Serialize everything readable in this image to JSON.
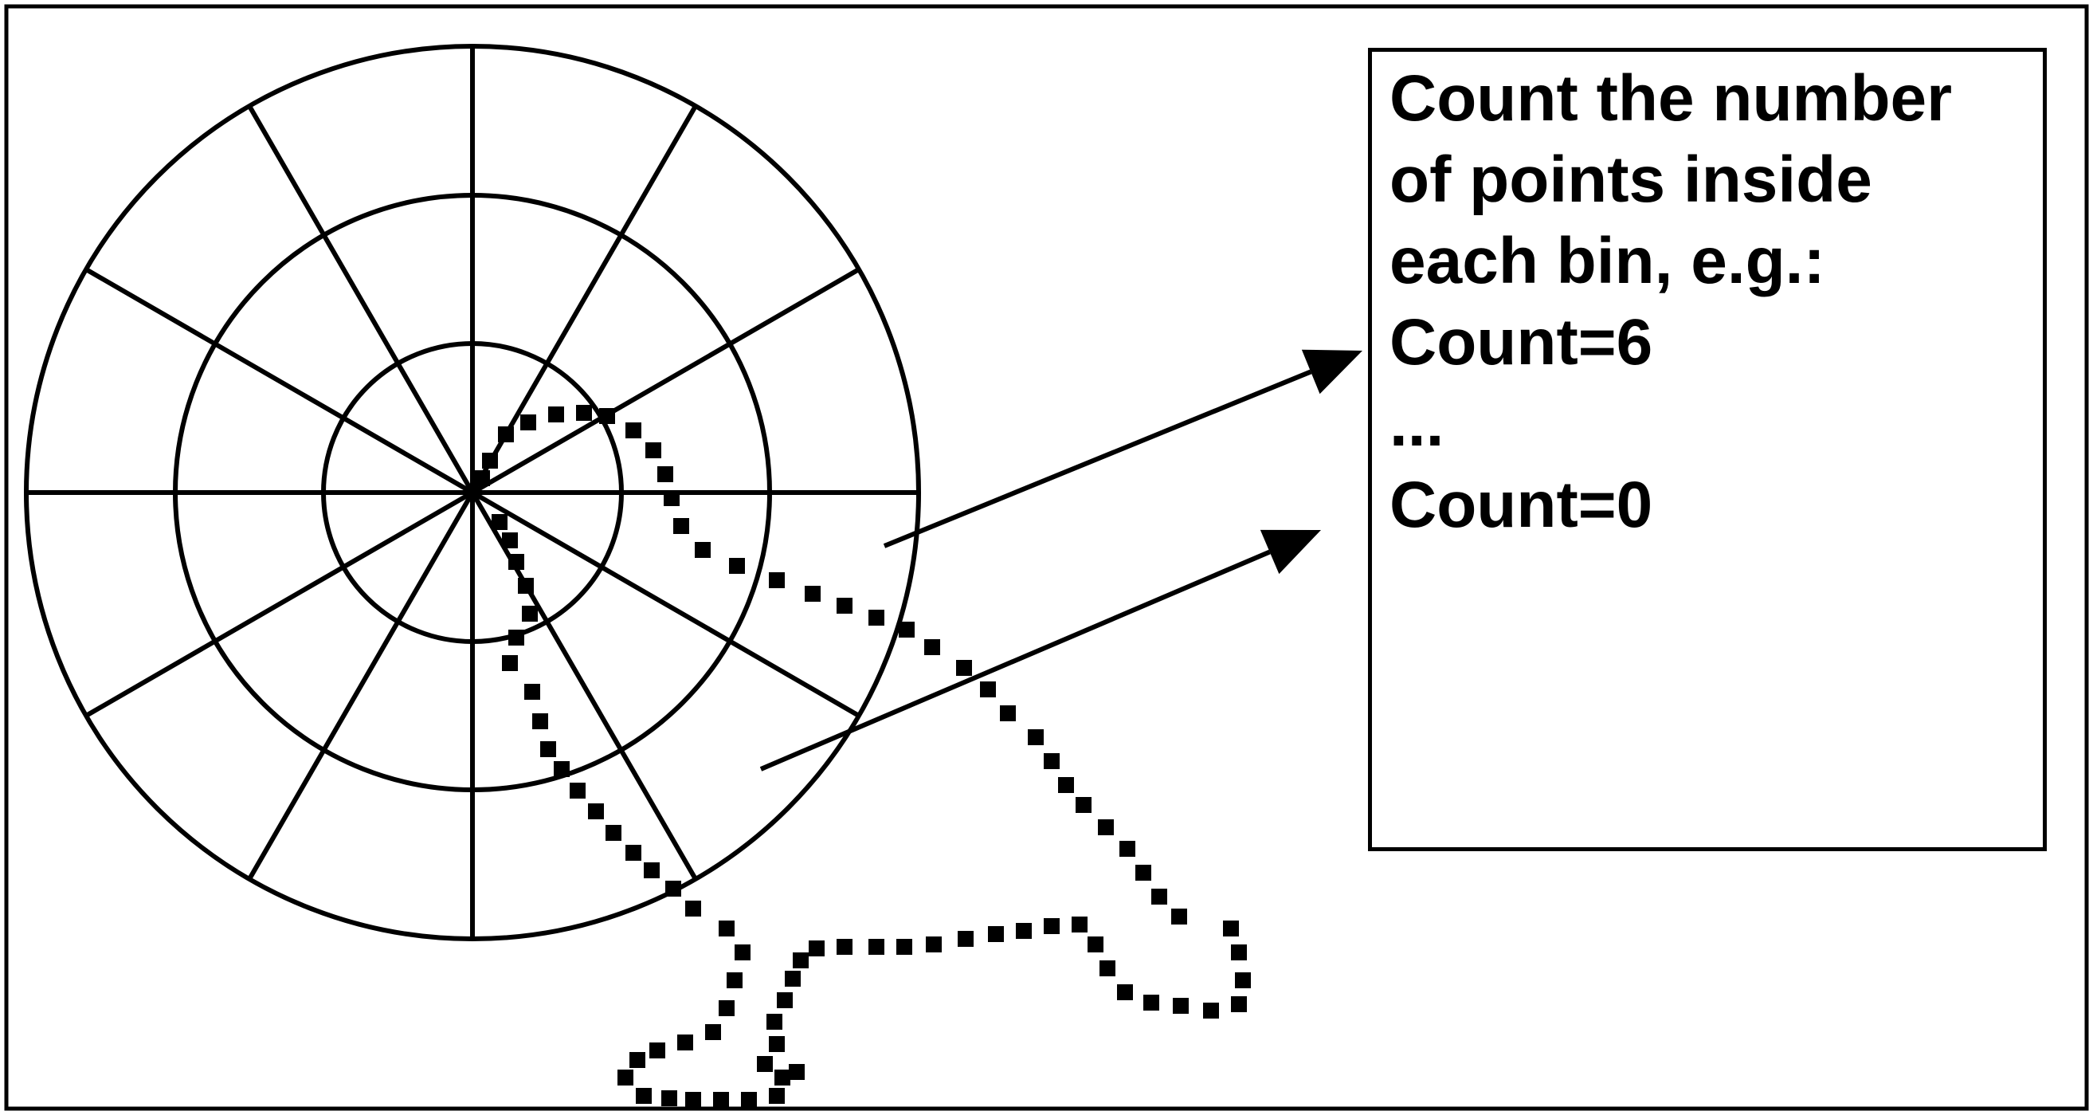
{
  "text_box": {
    "lines": [
      "Count the number",
      "of points inside",
      "each bin, e.g.:",
      "Count=6",
      "...",
      "Count=0"
    ]
  },
  "colors": {
    "stroke": "#000000",
    "background": "#ffffff"
  }
}
